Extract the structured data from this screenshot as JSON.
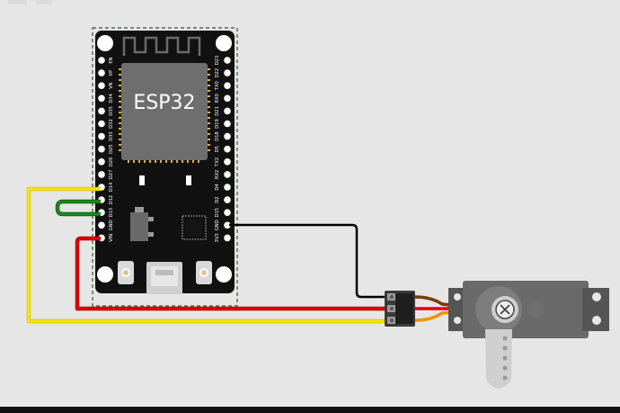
{
  "board": {
    "chip_label": "ESP32",
    "left_pins": [
      "EN",
      "VP",
      "VN",
      "D34",
      "D35",
      "D32",
      "D33",
      "D25",
      "D26",
      "D27",
      "D14",
      "D12",
      "D13",
      "GND",
      "VIN"
    ],
    "right_pins": [
      "D23",
      "D22",
      "TX0",
      "RX0",
      "D21",
      "D19",
      "D18",
      "D5",
      "TX2",
      "RX2",
      "D4",
      "D2",
      "D15",
      "GND",
      "3V3"
    ]
  },
  "wires": [
    {
      "name": "signal",
      "color": "#f5e611"
    },
    {
      "name": "ground",
      "color": "#000000"
    },
    {
      "name": "power",
      "color": "#e50000"
    },
    {
      "name": "loop",
      "color": "#1b8a1b"
    }
  ],
  "colors": {
    "canvas": "#e6e6e6",
    "board": "#111111",
    "chip": "#6e6e6e",
    "servo": "#6a6a6a",
    "selection": "#2e5a2e"
  }
}
